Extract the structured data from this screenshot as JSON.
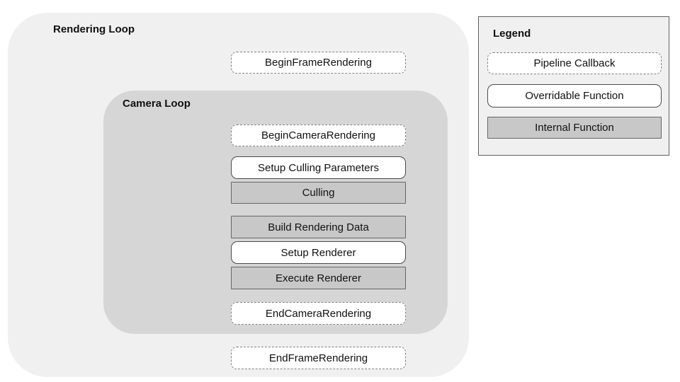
{
  "diagram": {
    "outer_loop": {
      "label": "Rendering Loop"
    },
    "camera_loop": {
      "label": "Camera Loop"
    },
    "nodes": [
      {
        "label": "BeginFrameRendering",
        "type": "pipeline-callback"
      },
      {
        "label": "BeginCameraRendering",
        "type": "pipeline-callback"
      },
      {
        "label": "Setup Culling Parameters",
        "type": "overridable-function"
      },
      {
        "label": "Culling",
        "type": "internal-function"
      },
      {
        "label": "Build Rendering Data",
        "type": "internal-function"
      },
      {
        "label": "Setup Renderer",
        "type": "overridable-function"
      },
      {
        "label": "Execute Renderer",
        "type": "internal-function"
      },
      {
        "label": "EndCameraRendering",
        "type": "pipeline-callback"
      },
      {
        "label": "EndFrameRendering",
        "type": "pipeline-callback"
      }
    ],
    "legend": {
      "title": "Legend",
      "items": [
        {
          "label": "Pipeline Callback",
          "type": "pipeline-callback"
        },
        {
          "label": "Overridable Function",
          "type": "overridable-function"
        },
        {
          "label": "Internal Function",
          "type": "internal-function"
        }
      ]
    },
    "colors": {
      "page_background": "#ffffff",
      "outer_loop_background": "#f0f0f0",
      "camera_loop_background": "#d6d6d6",
      "internal_box_background": "#c8c8c8",
      "callback_box_background": "#ffffff",
      "overridable_box_background": "#ffffff",
      "solid_border": "#4a4a4a",
      "dashed_border": "#7f7f7f",
      "internal_border": "#666666",
      "legend_border": "#5f5f5f",
      "text": "#111111"
    }
  }
}
